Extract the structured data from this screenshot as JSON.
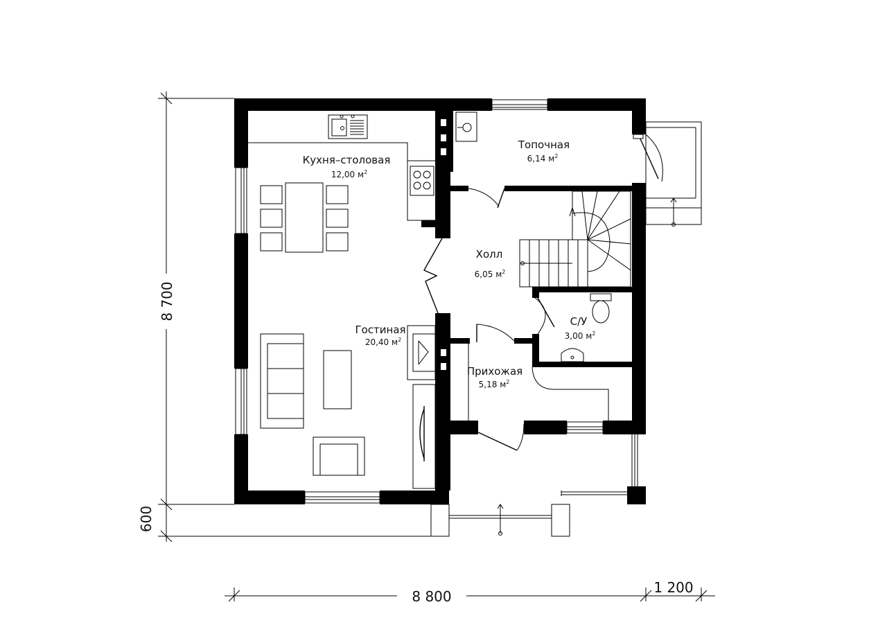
{
  "rooms": {
    "kitchen": {
      "name": "Кухня–столовая",
      "area": "12,00 м"
    },
    "boiler": {
      "name": "Топочная",
      "area": "6,14 м"
    },
    "hall": {
      "name": "Холл",
      "area": "6,05 м"
    },
    "living": {
      "name": "Гостиная",
      "area": "20,40 м"
    },
    "bathroom": {
      "name": "С/У",
      "area": "3,00 м"
    },
    "entrance": {
      "name": "Прихожая",
      "area": "5,18 м"
    }
  },
  "area_unit_exponent": "2",
  "dimensions": {
    "height_main": "8 700",
    "height_porch": "600",
    "width_main": "8 800",
    "width_terrace": "1 200"
  }
}
